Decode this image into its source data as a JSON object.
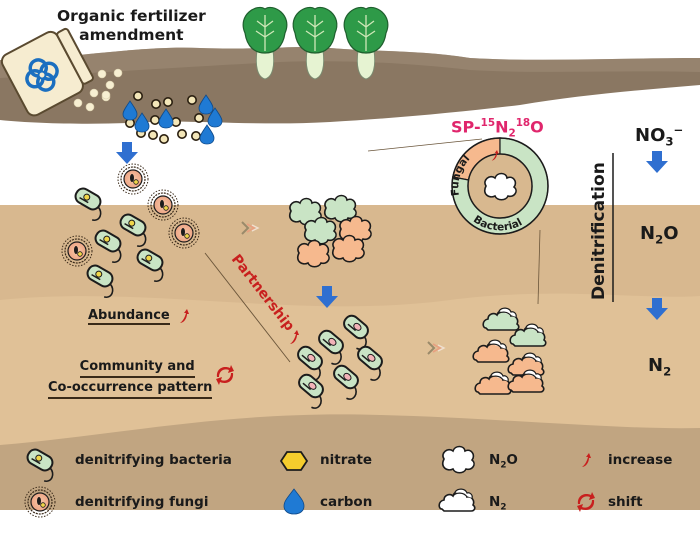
{
  "title": {
    "line1": "Organic fertilizer",
    "line2": "amendment"
  },
  "isotope_label": {
    "prefix": "SP-",
    "sup1": "15",
    "n": "N",
    "sub": "2",
    "sup2": "18",
    "o": "O"
  },
  "ring": {
    "fungal_label": "Fungal",
    "bacterial_label": "Bacterial",
    "fungal_fraction": 0.22,
    "bacterial_fraction": 0.78,
    "fungal_color": "#f6b98e",
    "bacterial_color": "#c9e4c5"
  },
  "pathway": {
    "heading": "Denitrification",
    "steps": [
      {
        "main": "NO",
        "sub": "3",
        "sup": "−"
      },
      {
        "main": "N",
        "sub": "2",
        "tail": "O"
      },
      {
        "main": "N",
        "sub": "2"
      }
    ]
  },
  "annotations": {
    "abundance": "Abundance",
    "community_line1": "Community and",
    "community_line2": "Co-occurrence pattern",
    "partnership": "Partnership"
  },
  "legend": [
    {
      "icon": "bacteria-icon",
      "label": "denitrifying bacteria"
    },
    {
      "icon": "fungi-icon",
      "label": "denitrifying fungi"
    },
    {
      "icon": "nitrate-hexagon-icon",
      "label": "nitrate"
    },
    {
      "icon": "carbon-droplet-icon",
      "label": "carbon"
    },
    {
      "icon": "n2o-cloud-icon",
      "label": "N",
      "sub": "2",
      "tail": "O"
    },
    {
      "icon": "n2-cloud-icon",
      "label": "N",
      "sub": "2"
    },
    {
      "icon": "increase-arrow-icon",
      "label": "increase"
    },
    {
      "icon": "shift-arrows-icon",
      "label": "shift"
    }
  ],
  "colors": {
    "sky": "#ffffff",
    "topsoil": "#8a7762",
    "topsoil_dark": "#7a6a58",
    "subsoil": "#d8b88f",
    "subsoil_light": "#e3c49a",
    "bottom_soil": "#c1a581",
    "arrow_blue": "#2f6fd0",
    "accent_red": "#c8201e",
    "accent_pink": "#e0266c"
  }
}
